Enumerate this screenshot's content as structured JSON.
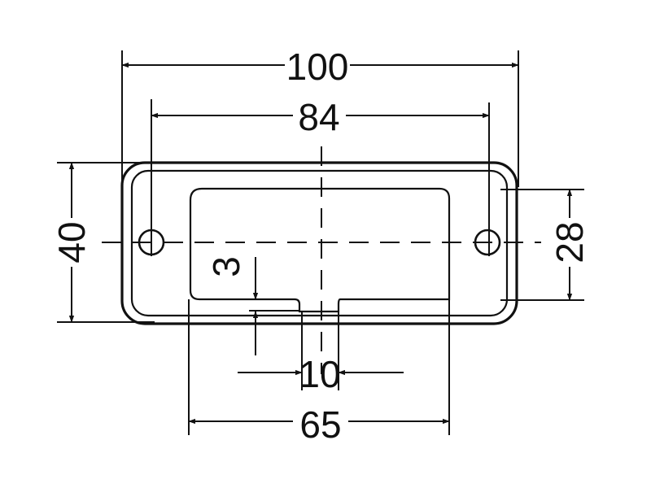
{
  "drawing": {
    "dimensions": {
      "overall_width": "100",
      "hole_spacing": "84",
      "overall_height": "40",
      "window_height": "28",
      "notch_depth": "3",
      "notch_width": "10",
      "window_width": "65"
    }
  }
}
